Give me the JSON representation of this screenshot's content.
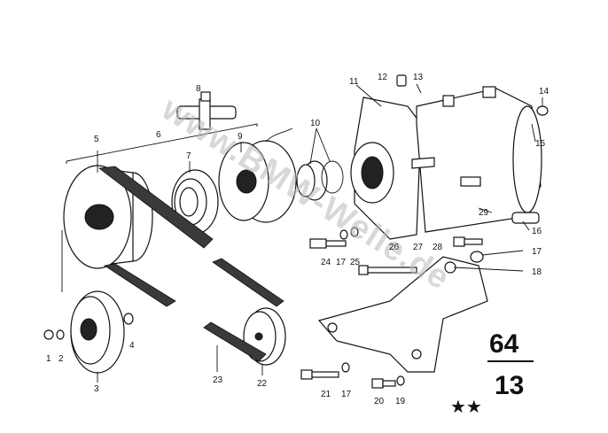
{
  "watermark": "www.BMW-Welle.de",
  "group_code": {
    "top": "64",
    "bottom": "13"
  },
  "stars": "★★",
  "callouts": [
    "1",
    "2",
    "3",
    "4",
    "5",
    "6",
    "7",
    "8",
    "9",
    "10",
    "11",
    "12",
    "13",
    "14",
    "15",
    "16",
    "17",
    "17",
    "17",
    "18",
    "19",
    "20",
    "21",
    "22",
    "23",
    "24",
    "25",
    "26",
    "27",
    "28",
    "29"
  ]
}
